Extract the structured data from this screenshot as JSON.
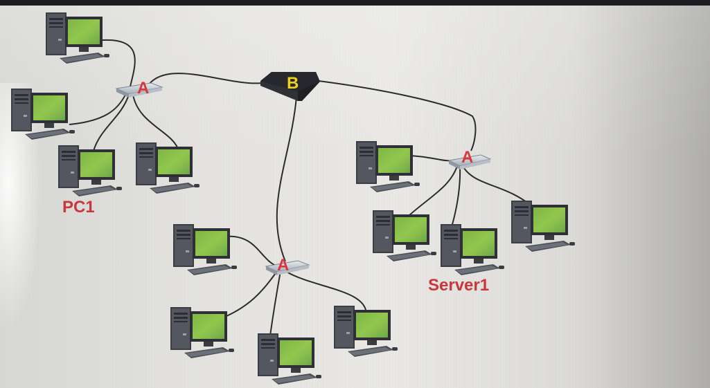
{
  "diagram": {
    "hub_label": "A",
    "switch_label": "B",
    "pc_caption": "PC1",
    "server_caption": "Server1"
  },
  "colors": {
    "device_label_red": "#d9363e",
    "switch_label_yellow": "#f2d11a",
    "caption_red": "#c8373d",
    "cable": "#2a2a2a"
  }
}
